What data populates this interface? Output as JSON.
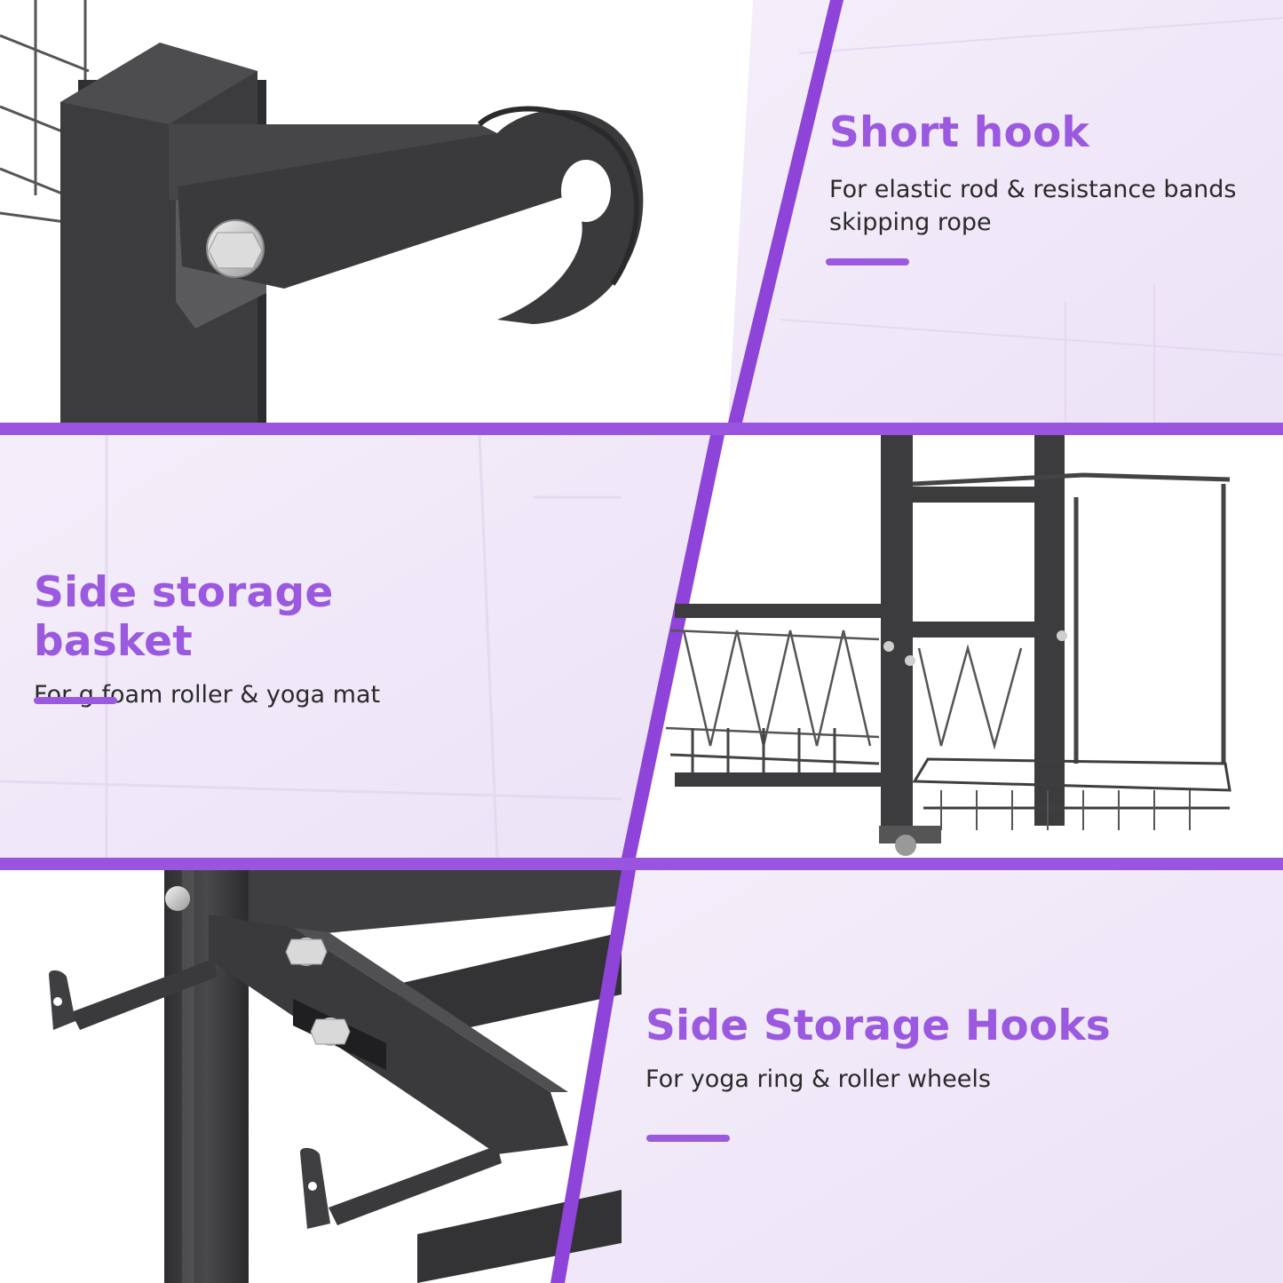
{
  "theme": {
    "accent": "#9b59e0",
    "panel_tint": "#f1e9f8",
    "metal": "#3a3a3c"
  },
  "panels": [
    {
      "title": "Short hook",
      "description": [
        "For elastic rod & resistance bands",
        "skipping rope"
      ]
    },
    {
      "title": "Side storage basket",
      "description": [
        "For g foam roller & yoga mat"
      ]
    },
    {
      "title": "Side Storage Hooks",
      "description": [
        "For yoga ring & roller wheels"
      ]
    }
  ]
}
